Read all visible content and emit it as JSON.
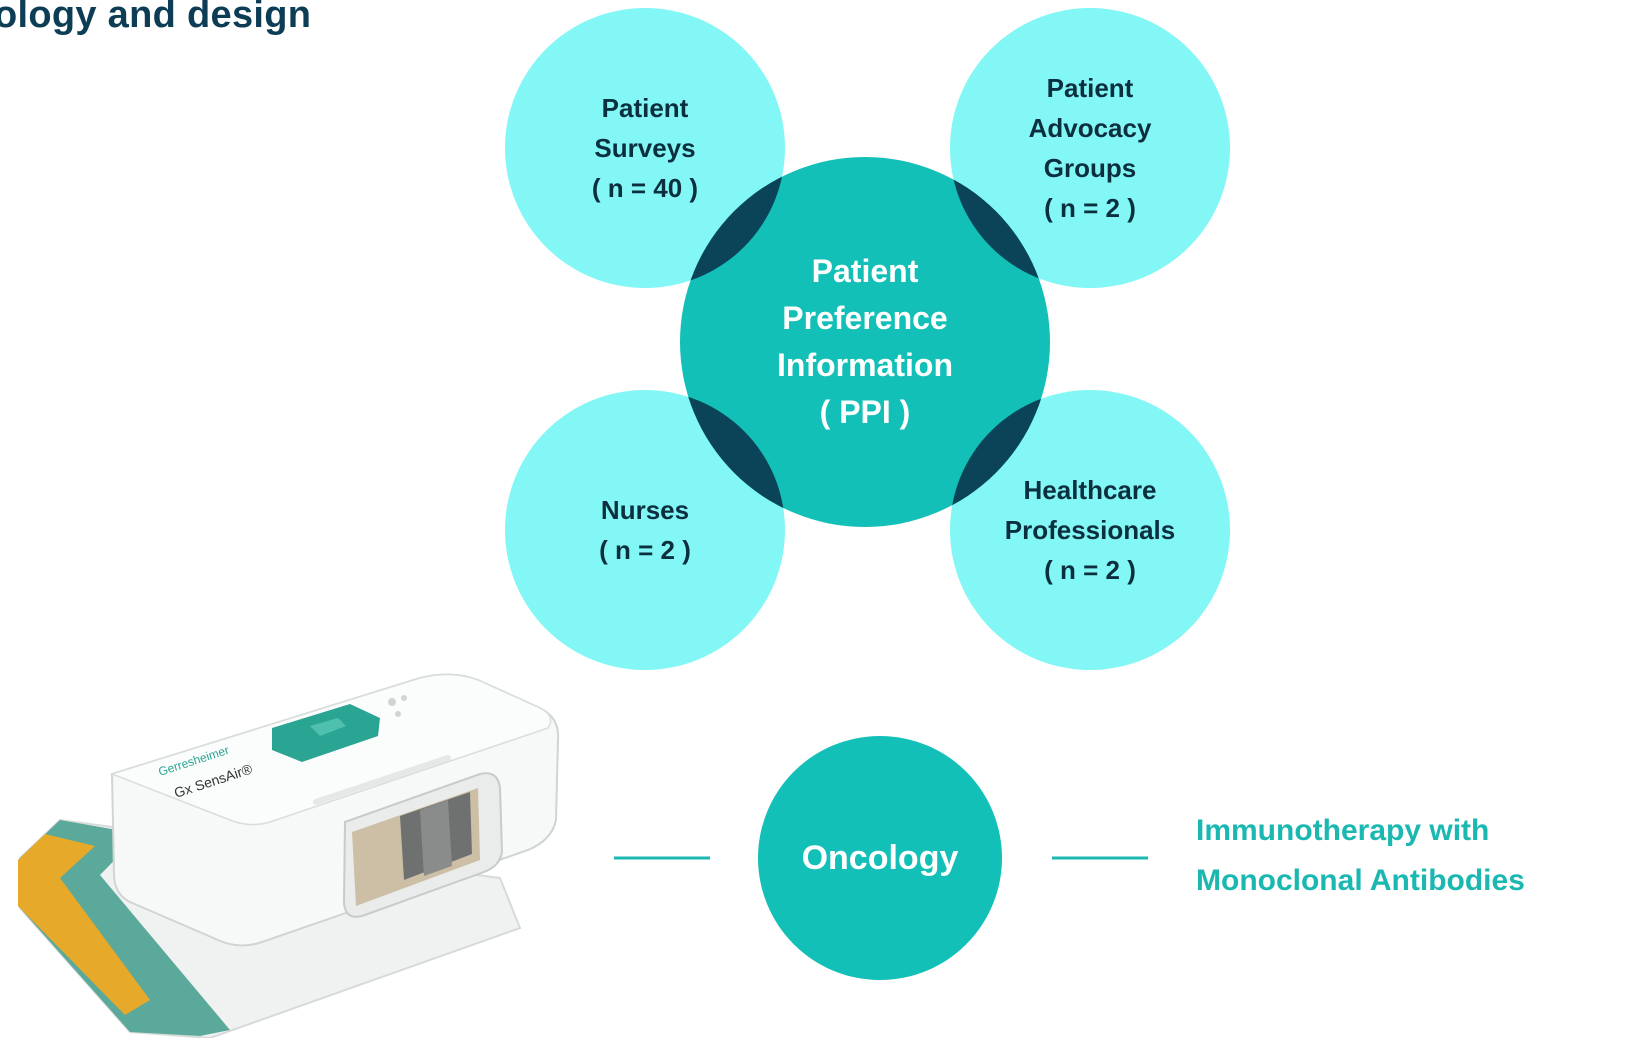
{
  "header": {
    "title": "ology and design"
  },
  "satellites": [
    {
      "id": "surveys",
      "lines": [
        "Patient",
        "Surveys",
        "( n = 40 )"
      ]
    },
    {
      "id": "advocacy",
      "lines": [
        "Patient",
        "Advocacy",
        "Groups",
        "( n = 2 )"
      ]
    },
    {
      "id": "nurses",
      "lines": [
        "Nurses",
        "( n = 2 )"
      ]
    },
    {
      "id": "hcp",
      "lines": [
        "Healthcare",
        "Professionals",
        "( n = 2 )"
      ]
    }
  ],
  "center": {
    "lines": [
      "Patient",
      "Preference",
      "Information",
      "( PPI )"
    ]
  },
  "oncology": {
    "label": "Oncology"
  },
  "therapy": {
    "lines": [
      "Immunotherapy with",
      "Monoclonal Antibodies"
    ]
  },
  "device": {
    "brand": "Gerresheimer",
    "model": "Gx SensAir®"
  },
  "colors": {
    "satellite": "#82f7f5",
    "center": "#13c0b8",
    "overlap": "#0b4458",
    "title": "#0d3c55",
    "accent": "#1bb8b2"
  }
}
